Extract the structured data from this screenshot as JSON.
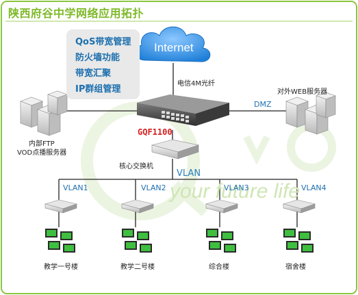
{
  "title": "陕西府谷中学网络应用拓扑",
  "features": [
    "QoS带宽管理",
    "防火墙功能",
    "带宽汇聚",
    "IP群组管理"
  ],
  "internet": "Internet",
  "uplink_label": "电信4M光纤",
  "router_model": "GQF1100",
  "dmz_label": "DMZ",
  "external_servers_label": "对外WEB服务器",
  "internal_servers_label_1": "内部FTP",
  "internal_servers_label_2": "VOD点播服务器",
  "core_switch_label": "核心交换机",
  "vlan_label": "VLAN",
  "vlans": [
    {
      "name": "VLAN1",
      "building": "教学一号楼"
    },
    {
      "name": "VLAN2",
      "building": "教学二号楼"
    },
    {
      "name": "VLAN3",
      "building": "综合楼"
    },
    {
      "name": "VLAN4",
      "building": "宿舍楼"
    }
  ],
  "watermark_slogan": "your future life",
  "colors": {
    "frame": "#8cc63f",
    "title": "#7db928",
    "feature_text": "#1c6fae",
    "cloud": "#2f8fe0",
    "router_label": "#d42020",
    "link": "#222222"
  }
}
